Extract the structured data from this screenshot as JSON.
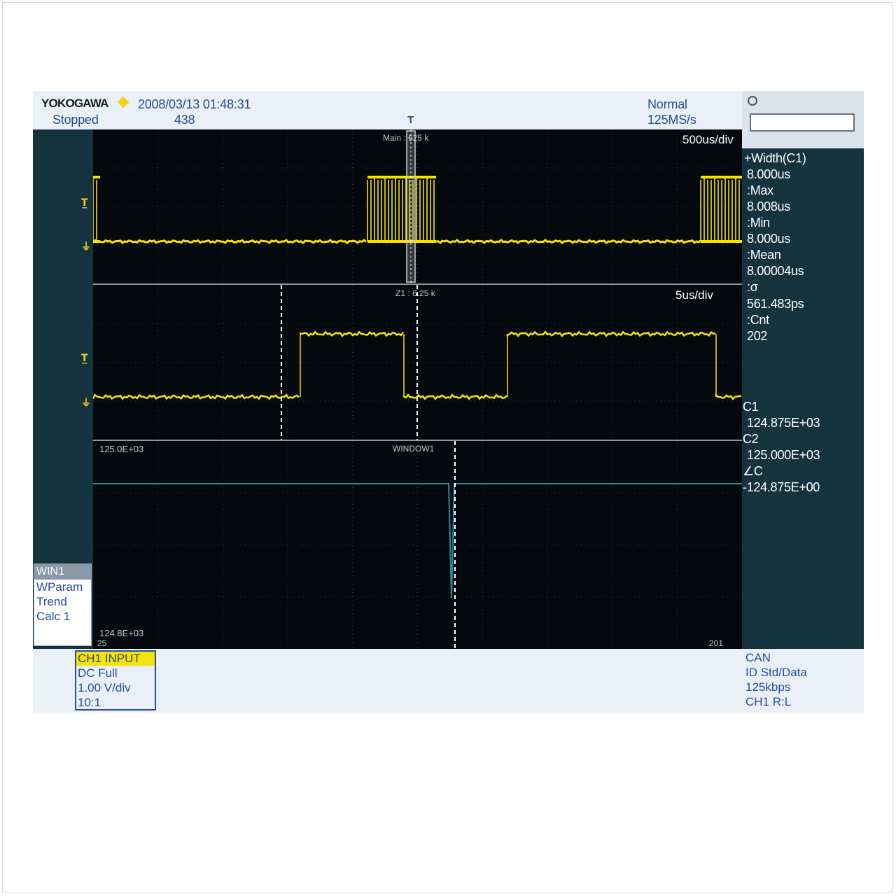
{
  "header": {
    "brand": "YOKOGAWA",
    "datetime": "2008/03/13 01:48:31",
    "status": "Stopped",
    "acq_count": "438",
    "trigger_mode": "Normal",
    "sample_rate": "125MS/s",
    "trigger_marker": "T"
  },
  "main_window": {
    "label": "Main : 625 k",
    "time_div": "500us/div"
  },
  "zoom_window": {
    "label": "Z1 : 6.25 k",
    "time_div": "5us/div"
  },
  "trend_window": {
    "label": "WINDOW1",
    "y_top": "125.0E+03",
    "y_bottom": "124.8E+03",
    "x_start": "25",
    "x_end": "201"
  },
  "left_menu": {
    "title": "WIN1",
    "items": [
      "WParam",
      "Trend",
      "Calc 1"
    ]
  },
  "measurement": {
    "param": "+Width(C1)",
    "value": "8.000us",
    "max_label": ":Max",
    "max_value": "8.008us",
    "min_label": ":Min",
    "min_value": "8.000us",
    "mean_label": ":Mean",
    "mean_value": "8.00004us",
    "sigma_label": ":σ",
    "sigma_value": "561.483ps",
    "cnt_label": ":Cnt",
    "cnt_value": "202"
  },
  "cursors": {
    "c1_label": "C1",
    "c1_value": "124.875E+03",
    "c2_label": "C2",
    "c2_value": "125.000E+03",
    "delta_label": "∠C",
    "delta_value": "-124.875E+00"
  },
  "channel": {
    "title": "CH1 INPUT",
    "coupling": "DC Full",
    "scale": "1.00 V/div",
    "probe": "10:1"
  },
  "trigger_info": {
    "type": "CAN",
    "mode": "ID Std/Data",
    "rate": "125kbps",
    "source": "CH1  R:L"
  },
  "colors": {
    "trace_ch1": "#f5e400",
    "trace_trend": "#2a8aa0",
    "screen_bg": "#05080c",
    "accent": "#2a4aa0"
  },
  "icons": {
    "trigger_level": "trigger-level-icon",
    "ground": "ground-icon",
    "knob": "knob-icon"
  }
}
